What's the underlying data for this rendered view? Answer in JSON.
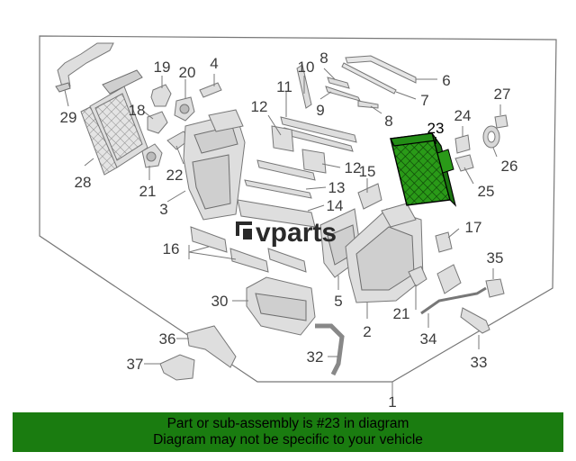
{
  "diagram": {
    "highlight_callout": "23",
    "watermark": "vparts",
    "callouts": [
      "1",
      "2",
      "3",
      "4",
      "5",
      "6",
      "7",
      "8",
      "8",
      "9",
      "10",
      "11",
      "12",
      "12",
      "13",
      "14",
      "15",
      "16",
      "17",
      "18",
      "19",
      "20",
      "21",
      "21",
      "22",
      "23",
      "24",
      "25",
      "26",
      "27",
      "28",
      "29",
      "30",
      "32",
      "33",
      "34",
      "35",
      "36",
      "37"
    ],
    "colors": {
      "highlight_fill": "#1f8a12",
      "banner": "#1a7c10",
      "line_art": "#777777"
    }
  },
  "banner": {
    "line1": "Part or sub-assembly is #23 in diagram",
    "line2": "Diagram may not be specific to your vehicle"
  }
}
